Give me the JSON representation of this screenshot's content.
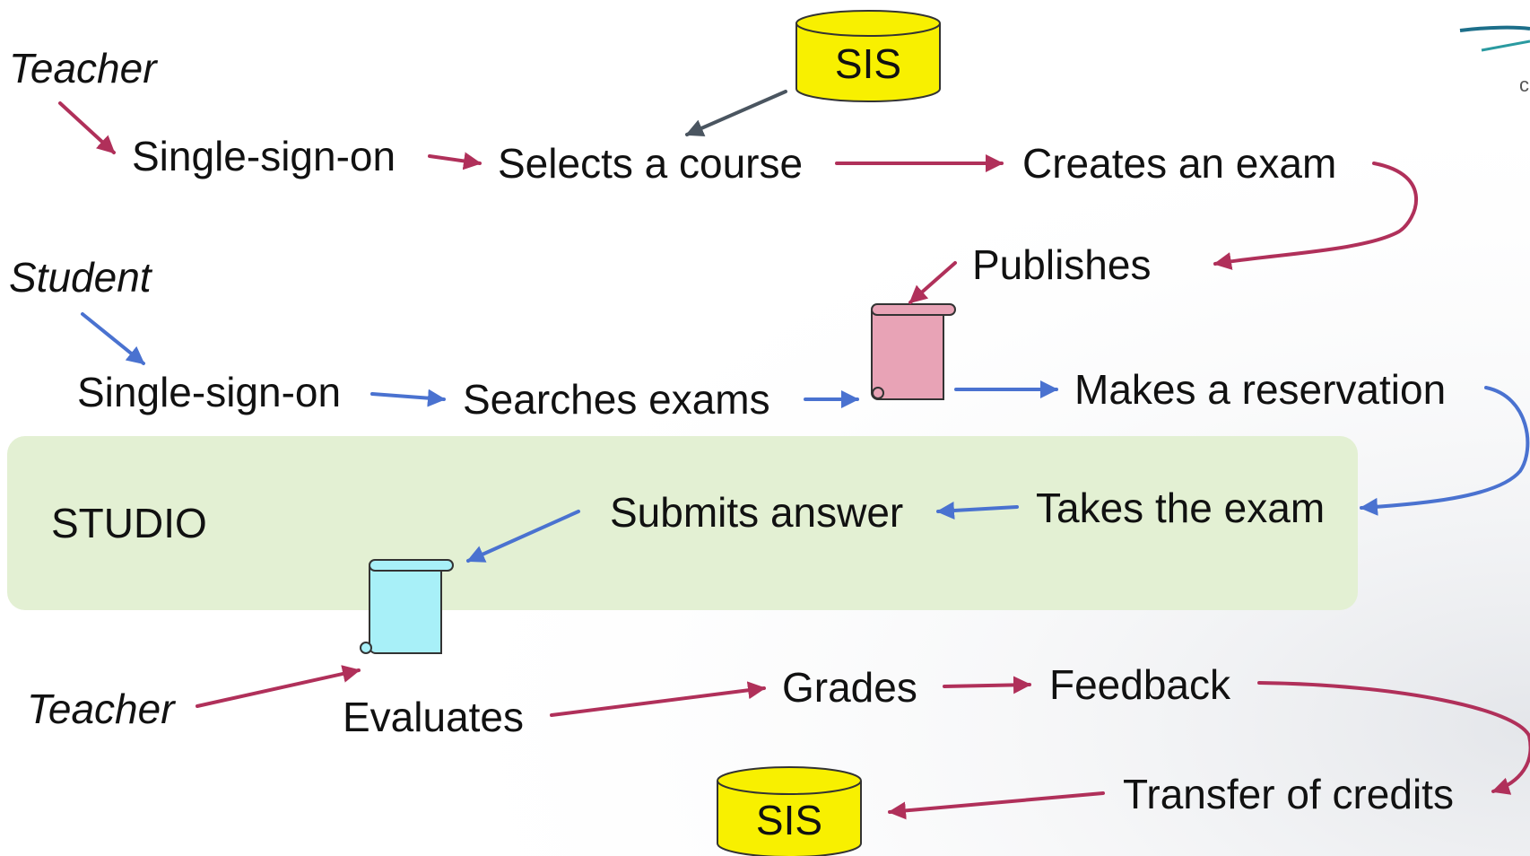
{
  "colors": {
    "teacher_flow": "#b0305a",
    "student_flow": "#4a72d0",
    "sis_arrow": "#4a5560",
    "studio_band": "#e3f0d3",
    "sis_fill": "#f8f000",
    "scroll_published": "#e8a3b6",
    "scroll_submitted": "#a8f0f8"
  },
  "icons": {
    "database": "sis-database-icon",
    "scroll": "scroll-document-icon",
    "logo": "partial-logo-icon"
  },
  "roles": {
    "teacher_top": "Teacher",
    "student": "Student",
    "teacher_bottom": "Teacher"
  },
  "sis": {
    "top": "SIS",
    "bottom": "SIS"
  },
  "studio": {
    "label": "STUDIO"
  },
  "steps": {
    "teacher_sso": "Single-sign-on",
    "selects_course": "Selects a course",
    "creates_exam": "Creates an exam",
    "publishes": "Publishes",
    "student_sso": "Single-sign-on",
    "searches_exams": "Searches exams",
    "makes_reservation": "Makes a reservation",
    "takes_exam": "Takes the exam",
    "submits_answer": "Submits answer",
    "evaluates": "Evaluates",
    "grades": "Grades",
    "feedback": "Feedback",
    "transfer_credits": "Transfer of credits"
  }
}
